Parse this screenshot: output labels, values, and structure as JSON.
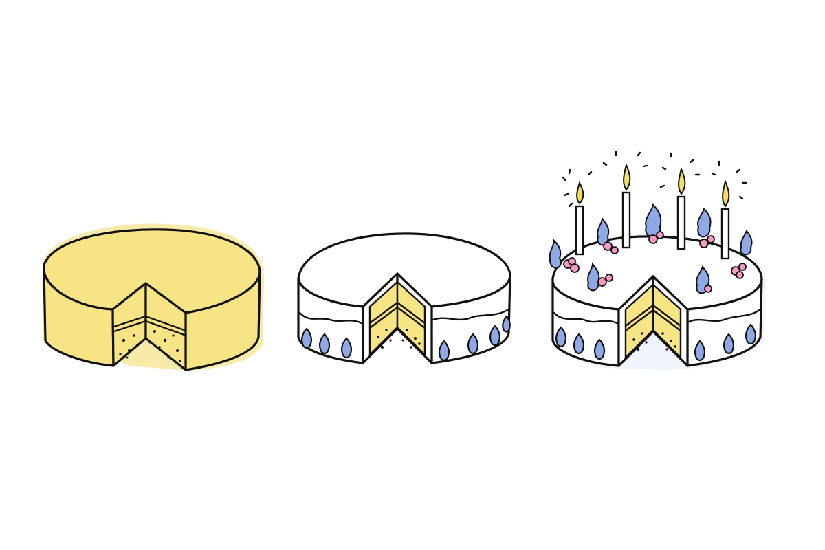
{
  "scene": {
    "stages": [
      {
        "id": "plain-sponge"
      },
      {
        "id": "frosted-cake"
      },
      {
        "id": "birthday-cake",
        "candles": 4
      }
    ]
  },
  "colors": {
    "background": "#ffffff",
    "outline": "#111111",
    "sponge_yellow": "#f7e79a",
    "frosting": "#ffffff",
    "piping_blue": "#8fa8e6",
    "berry_pink": "#f29ac2",
    "flame_yellow": "#f4dc6a"
  },
  "icons": {
    "stage1": "plain-cake-icon",
    "stage2": "frosted-cake-icon",
    "stage3": "birthday-cake-icon",
    "candle": "candle-icon",
    "flame": "flame-icon"
  }
}
